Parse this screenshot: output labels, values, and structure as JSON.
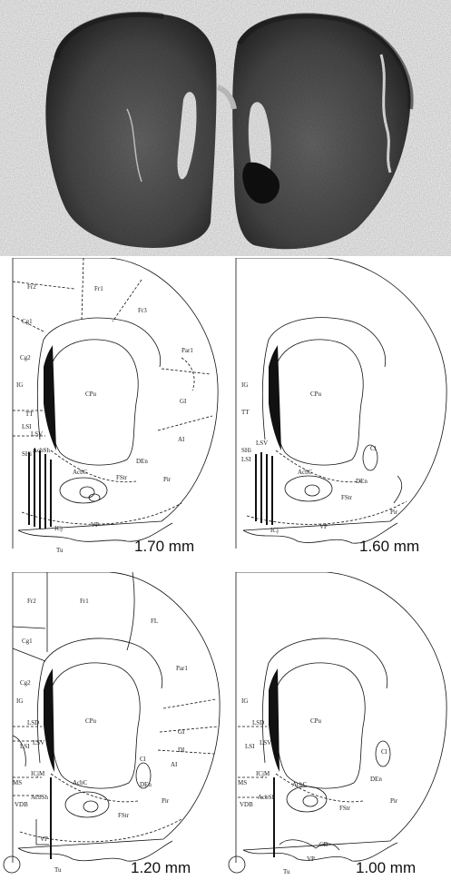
{
  "photo": {
    "description_icon": "brain-section-photo-icon"
  },
  "panels": [
    {
      "level": "1.70 mm",
      "labels": {
        "Fr2": "Fr2",
        "Fr1": "Fr1",
        "Fr3": "Fr3",
        "Cg1": "Cg1",
        "Cg2": "Cg2",
        "Par1": "Par1",
        "IG": "IG",
        "CPu": "CPu",
        "GI": "GI",
        "AI": "AI",
        "TT": "TT",
        "LSI": "LSI",
        "LSV": "LSV",
        "SHi": "SHi",
        "AcbSh": "AcbSh",
        "AcbC": "AcbC",
        "FStr": "FStr",
        "DEn": "DEn",
        "Pir": "Pir",
        "ICj": "ICj",
        "VP": "VP",
        "Tu": "Tu"
      }
    },
    {
      "level": "1.60 mm",
      "labels": {
        "IG": "IG",
        "CPu": "CPu",
        "TT": "TT",
        "SHi": "SHi",
        "LSI": "LSI",
        "LSV": "LSV",
        "Cl": "Cl",
        "AcbC": "AcbC",
        "DEn": "DEn",
        "FStr": "FStr",
        "Pir": "Pir",
        "VP": "VP",
        "ICj": "ICj"
      }
    },
    {
      "level": "1.20 mm",
      "labels": {
        "Fr2": "Fr2",
        "Fr1": "Fr1",
        "FL": "FL",
        "Cg1": "Cg1",
        "Cg2": "Cg2",
        "Par1": "Par1",
        "IG": "IG",
        "CPu": "CPu",
        "GI": "GI",
        "DI": "DI",
        "AI": "AI",
        "Cl": "Cl",
        "LSD": "LSD",
        "LSI": "LSI",
        "LSV": "LSV",
        "MS": "MS",
        "ICjM": "ICjM",
        "VDB": "VDB",
        "AcbSh": "AcbSh",
        "AcbC": "AcbC",
        "DEn": "DEn",
        "Pir": "Pir",
        "FStr": "FStr",
        "VP": "VP",
        "Tu": "Tu"
      }
    },
    {
      "level": "1.00 mm",
      "labels": {
        "IG": "IG",
        "CPu": "CPu",
        "LSD": "LSD",
        "LSI": "LSI",
        "LSV": "LSV",
        "MS": "MS",
        "ICjM": "ICjM",
        "VDB": "VDB",
        "AcbSh": "AcbSh",
        "AcbC": "AcbC",
        "Cl": "Cl",
        "DEn": "DEn",
        "Pir": "Pir",
        "FStr": "FStr",
        "CB": "CB",
        "VP": "VP",
        "Tu": "Tu"
      }
    }
  ]
}
